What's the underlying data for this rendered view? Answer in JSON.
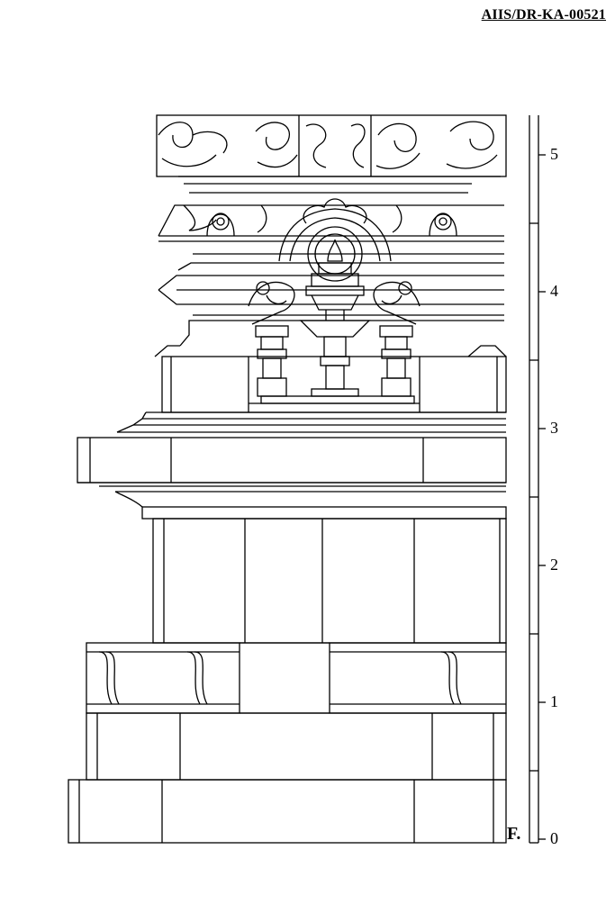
{
  "header": {
    "doc_id": "AIIS/DR-KA-00521"
  },
  "scale": {
    "floor_label": "F.",
    "ticks": [
      {
        "value": 0,
        "label": "0"
      },
      {
        "value": 1,
        "label": "1"
      },
      {
        "value": 2,
        "label": "2"
      },
      {
        "value": 3,
        "label": "3"
      },
      {
        "value": 4,
        "label": "4"
      },
      {
        "value": 5,
        "label": "5"
      }
    ]
  }
}
